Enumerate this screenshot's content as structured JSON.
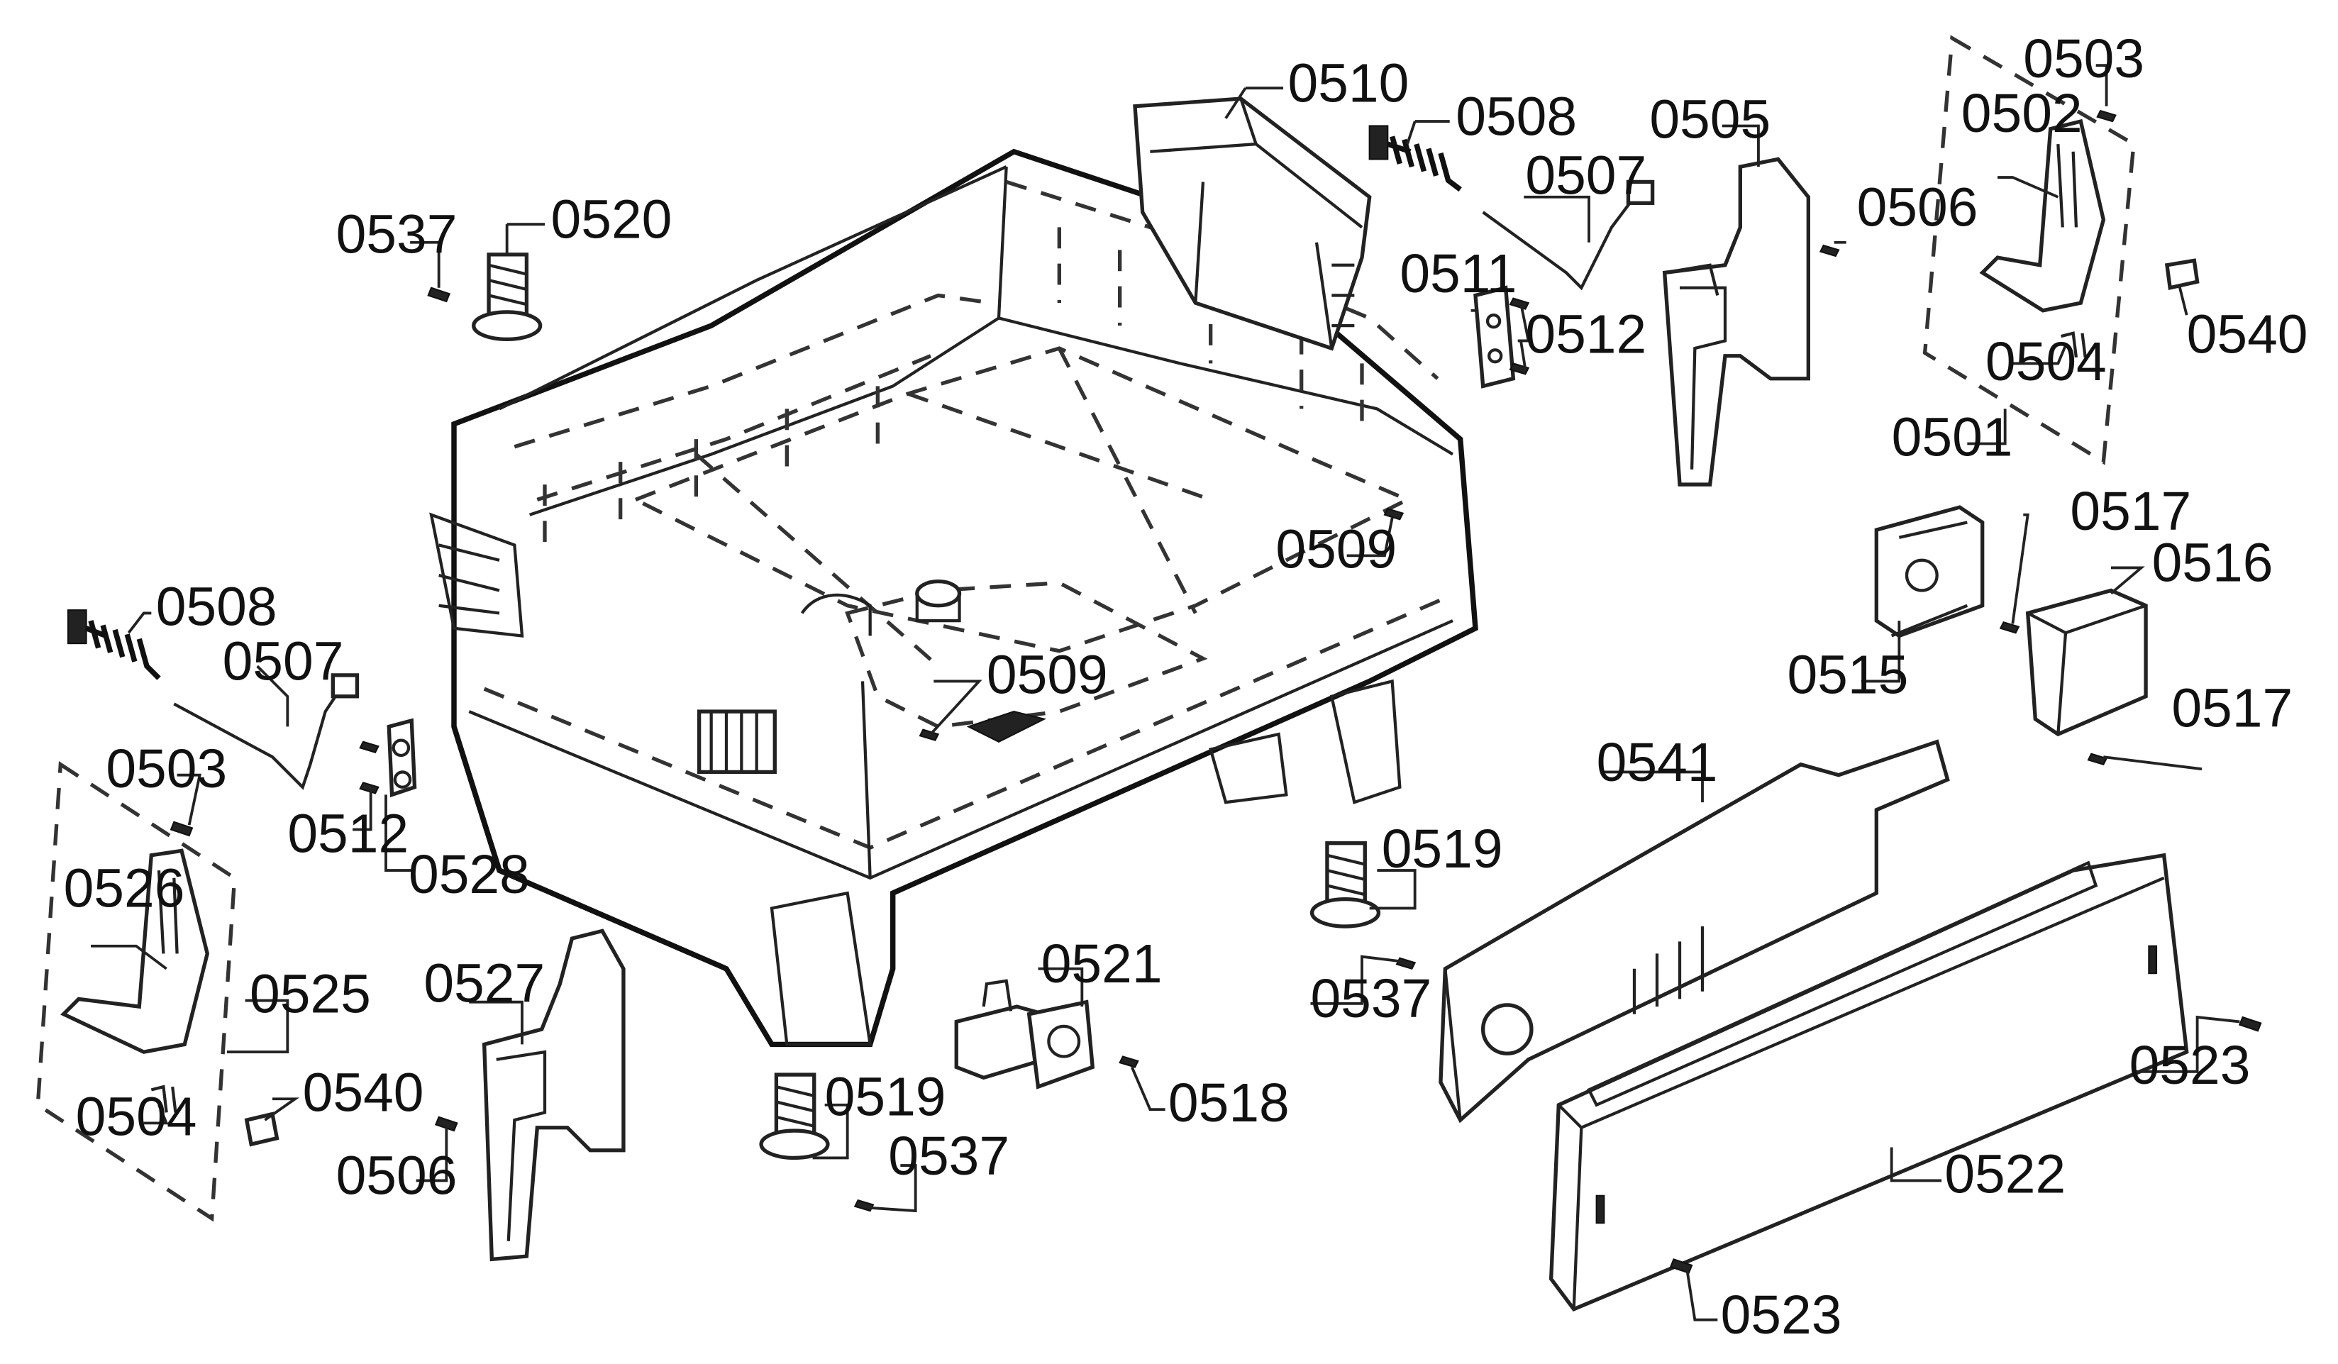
{
  "labels": [
    "0510",
    "0508",
    "0507",
    "0505",
    "0503",
    "0502",
    "0506",
    "0540",
    "0504",
    "0501",
    "0537",
    "0520",
    "0511",
    "0512",
    "0509",
    "0517",
    "0516",
    "0515",
    "0508",
    "0507",
    "0509",
    "0517",
    "0503",
    "0512",
    "0528",
    "0526",
    "0525",
    "0504",
    "0540",
    "0527",
    "0506",
    "0519",
    "0521",
    "0518",
    "0537",
    "0519",
    "0537",
    "0541",
    "0523",
    "0522",
    "0523"
  ]
}
